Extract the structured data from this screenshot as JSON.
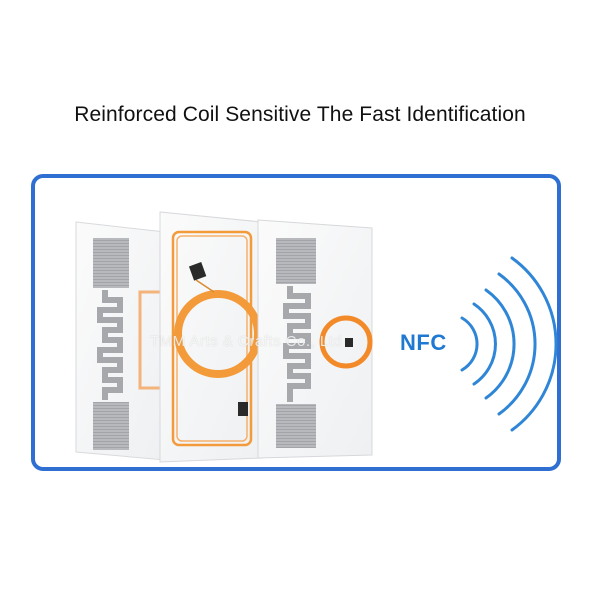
{
  "headline": "Reinforced Coil Sensitive The Fast Identification",
  "nfc_label": "NFC",
  "watermark": "TMM Arts & Crafts Co., Ltd",
  "colors": {
    "frame_border": "#2f6fd1",
    "coil_orange": "#f39a3a",
    "nfc_blue": "#1f78d1",
    "antenna_gray": "#9a9da2"
  },
  "cards": [
    {
      "name": "uhf-inlay-card",
      "icon": "uhf-dipole-antenna"
    },
    {
      "name": "hf-coil-card",
      "icon": "rectangular-and-round-coil"
    },
    {
      "name": "hybrid-card",
      "icon": "dipole-plus-round-coil"
    }
  ],
  "signal_icon": "wireless-waves-icon"
}
